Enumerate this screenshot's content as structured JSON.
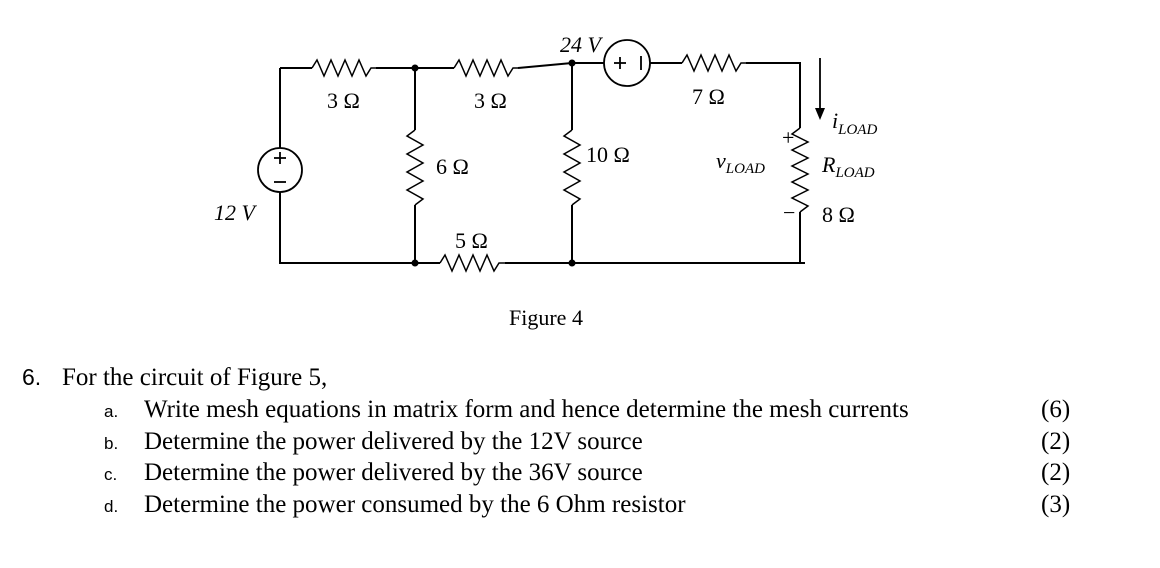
{
  "figure": {
    "caption": "Figure 4",
    "source_12v": "12 V",
    "source_24v": "24 V",
    "r1": "3 Ω",
    "r2": "3 Ω",
    "r3": "7 Ω",
    "r4": "6 Ω",
    "r5": "10 Ω",
    "r6": "5 Ω",
    "r_load_value": "8 Ω",
    "plus_sign": "+",
    "minus_sign": "−",
    "i_load_main": "i",
    "i_load_sub": "LOAD",
    "v_load_main": "v",
    "v_load_sub": "LOAD",
    "r_load_main": "R",
    "r_load_sub": "LOAD"
  },
  "question": {
    "number": "6.",
    "text": "For the circuit of Figure 5,",
    "items": [
      {
        "letter": "a.",
        "text": "Write mesh equations in matrix form and hence determine the mesh currents",
        "marks": "(6)"
      },
      {
        "letter": "b.",
        "text": "Determine the power delivered by the 12V source",
        "marks": "(2)"
      },
      {
        "letter": "c.",
        "text": "Determine the power delivered by the 36V source",
        "marks": "(2)"
      },
      {
        "letter": "d.",
        "text": "Determine the power consumed by the 6 Ohm resistor",
        "marks": "(3)"
      }
    ]
  }
}
